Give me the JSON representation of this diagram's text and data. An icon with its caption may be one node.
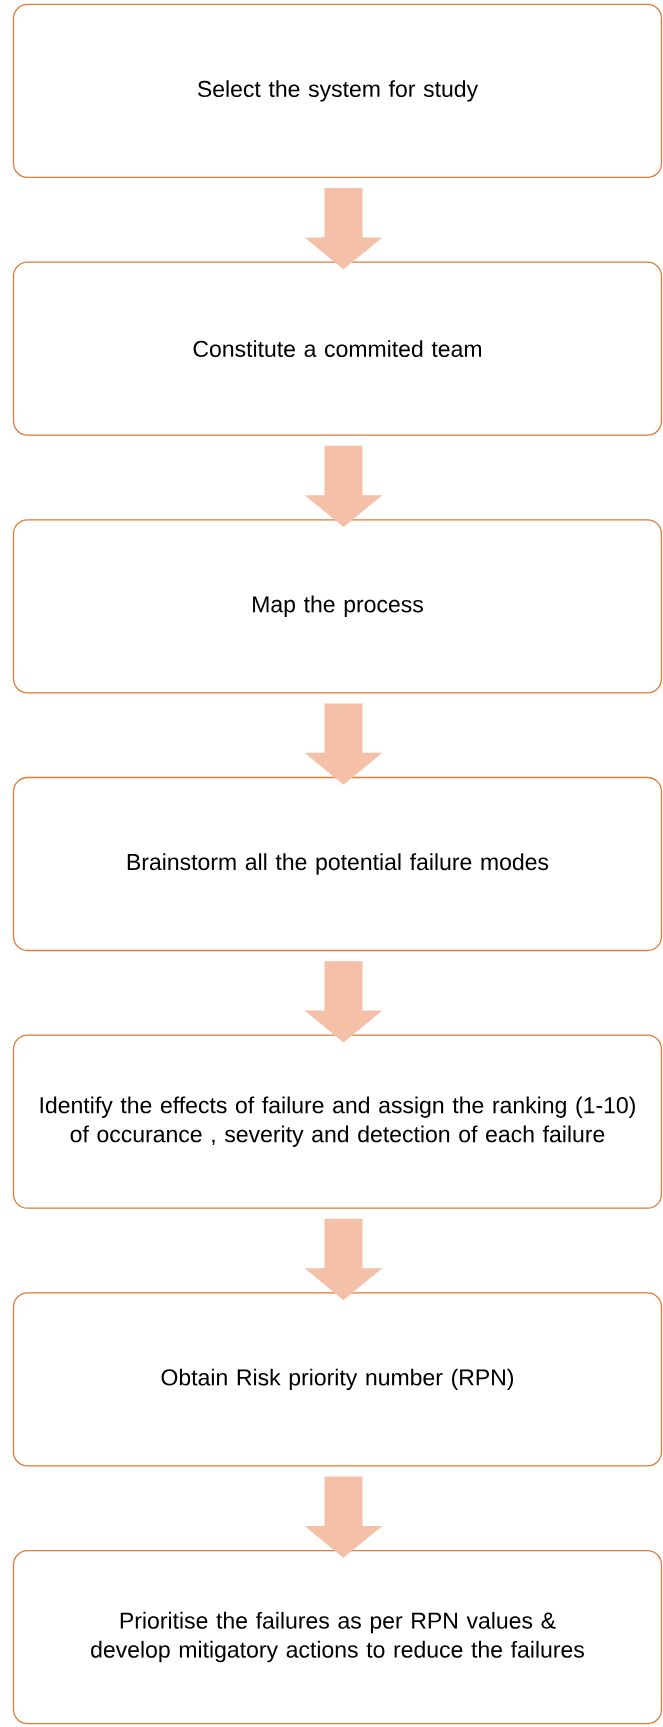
{
  "diagram": {
    "nodes": [
      {
        "text": [
          "Select the system for study"
        ]
      },
      {
        "text": [
          "Constitute a commited team"
        ]
      },
      {
        "text": [
          "Map the process"
        ]
      },
      {
        "text": [
          "Brainstorm all the potential failure modes"
        ]
      },
      {
        "text": [
          "Identify the effects of failure and assign the ranking (1-10) of occurance , severity and detection of each failure"
        ]
      },
      {
        "text": [
          "Obtain Risk priority number (RPN)"
        ]
      },
      {
        "text": [
          "Prioritise the failures  as per RPN values & develop mitigatory actions to reduce the failures"
        ]
      }
    ],
    "edges": [
      {
        "from": 0,
        "to": 1,
        "arrow": "to"
      },
      {
        "from": 1,
        "to": 2,
        "arrow": "to"
      },
      {
        "from": 2,
        "to": 3,
        "arrow": "to"
      },
      {
        "from": 3,
        "to": 4,
        "arrow": "to"
      },
      {
        "from": 4,
        "to": 5,
        "arrow": "to"
      },
      {
        "from": 5,
        "to": 6,
        "arrow": "to"
      }
    ]
  }
}
